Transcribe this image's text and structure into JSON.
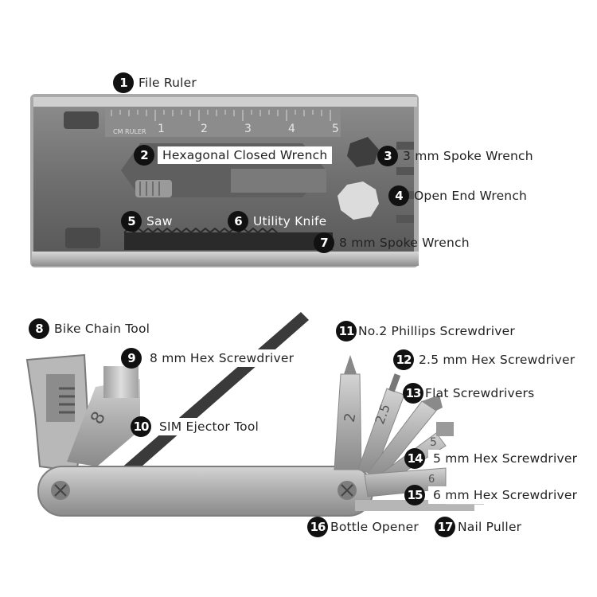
{
  "callouts": [
    {
      "num": "1",
      "label": "File Ruler"
    },
    {
      "num": "2",
      "label": "Hexagonal Closed Wrench"
    },
    {
      "num": "3",
      "label": "3 mm Spoke Wrench"
    },
    {
      "num": "4",
      "label": "Open End Wrench"
    },
    {
      "num": "5",
      "label": "Saw"
    },
    {
      "num": "6",
      "label": "Utility Knife"
    },
    {
      "num": "7",
      "label": "8 mm Spoke Wrench"
    },
    {
      "num": "8",
      "label": "Bike Chain Tool"
    },
    {
      "num": "9",
      "label": "8 mm Hex Screwdriver"
    },
    {
      "num": "10",
      "label": "SIM Ejector Tool"
    },
    {
      "num": "11",
      "label": "No.2 Phillips Screwdriver"
    },
    {
      "num": "12",
      "label": "2.5 mm Hex Screwdriver"
    },
    {
      "num": "13",
      "label": "Flat Screwdrivers"
    },
    {
      "num": "14",
      "label": "5 mm Hex Screwdriver"
    },
    {
      "num": "15",
      "label": "6 mm Hex Screwdriver"
    },
    {
      "num": "16",
      "label": "Bottle Opener"
    },
    {
      "num": "17",
      "label": "Nail Puller"
    }
  ],
  "ruler": {
    "unit": "CM RULER",
    "marks": [
      "1",
      "2",
      "3",
      "4",
      "5"
    ]
  },
  "tool_markings": {
    "hex_bit_8": "8",
    "phillips_2": "2",
    "hex_bit_2_5": "2.5",
    "hex_bit_5": "5",
    "hex_bit_6": "6"
  },
  "colors": {
    "badge": "#111111",
    "metal_light": "#c9c9c9",
    "metal_mid": "#9a9a9a",
    "metal_dark": "#5c5c5c"
  }
}
